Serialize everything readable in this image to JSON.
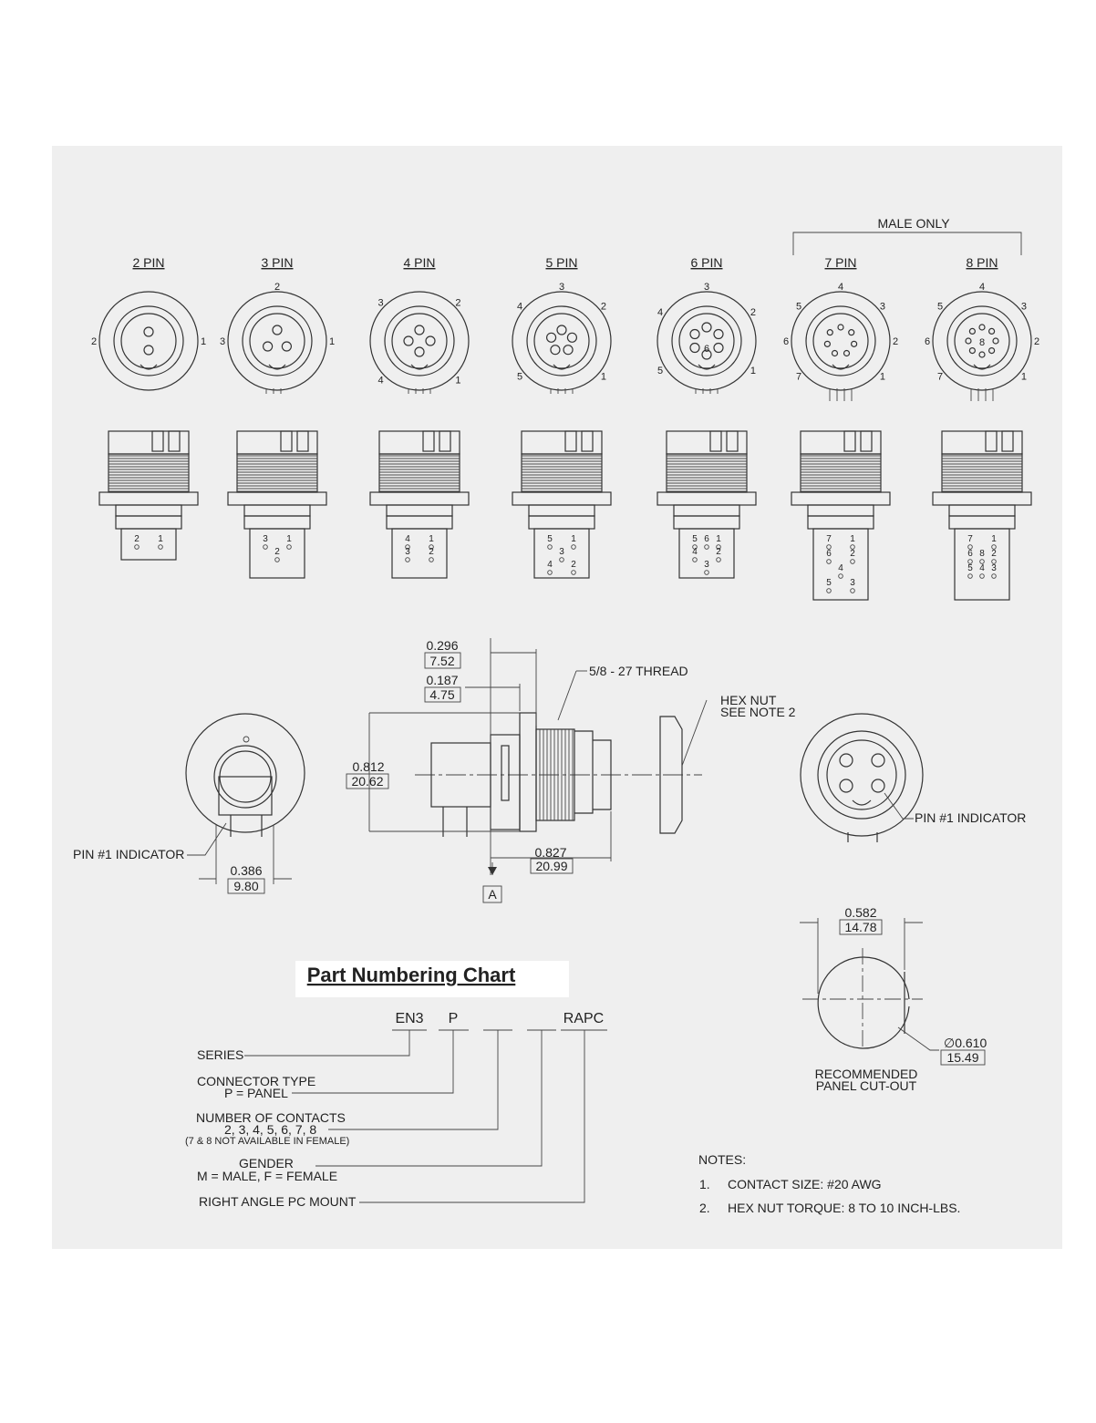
{
  "colors": {
    "tab": "#4d3a99",
    "panel": "#efefef",
    "ink": "#333333"
  },
  "header": {
    "male_only": "MALE ONLY"
  },
  "connectors": [
    {
      "label": "2 PIN",
      "face_numbers": [
        "2",
        "1"
      ],
      "pcb_rows": [
        [
          "2",
          "1"
        ]
      ]
    },
    {
      "label": "3 PIN",
      "face_numbers": [
        "2",
        "3",
        "1"
      ],
      "pcb_rows": [
        [
          "3",
          "1"
        ],
        [
          "2"
        ]
      ]
    },
    {
      "label": "4 PIN",
      "face_numbers": [
        "3",
        "2",
        "4",
        "1"
      ],
      "pcb_rows": [
        [
          "4",
          "1"
        ],
        [
          "3",
          "2"
        ]
      ]
    },
    {
      "label": "5 PIN",
      "face_numbers": [
        "3",
        "4",
        "2",
        "5",
        "1"
      ],
      "pcb_rows": [
        [
          "5",
          "1"
        ],
        [
          "3"
        ],
        [
          "4",
          "2"
        ]
      ]
    },
    {
      "label": "6 PIN",
      "face_numbers": [
        "3",
        "4",
        "2",
        "6",
        "5",
        "1"
      ],
      "pcb_rows": [
        [
          "5",
          "6",
          "1"
        ],
        [
          "4",
          "2"
        ],
        [
          "3"
        ]
      ]
    },
    {
      "label": "7 PIN",
      "face_numbers": [
        "4",
        "5",
        "3",
        "6",
        "2",
        "7",
        "1"
      ],
      "pcb_rows": [
        [
          "7",
          "1"
        ],
        [
          "6",
          "2"
        ],
        [
          "4"
        ],
        [
          "5",
          "3"
        ]
      ]
    },
    {
      "label": "8 PIN",
      "face_numbers": [
        "4",
        "5",
        "3",
        "6",
        "2",
        "8",
        "7",
        "1"
      ],
      "pcb_rows": [
        [
          "7",
          "1"
        ],
        [
          "6",
          "8",
          "2"
        ],
        [
          "5",
          "4",
          "3"
        ]
      ]
    }
  ],
  "side_view": {
    "dim_a": {
      "inch": "0.296",
      "mm": "7.52"
    },
    "dim_b": {
      "inch": "0.187",
      "mm": "4.75"
    },
    "height": {
      "inch": "0.812",
      "mm": "20.62"
    },
    "length": {
      "inch": "0.827",
      "mm": "20.99"
    },
    "thread": "5/8 - 27 THREAD",
    "hex_nut_line1": "HEX NUT",
    "hex_nut_line2": "SEE NOTE 2",
    "datum": "A"
  },
  "rear_view": {
    "indicator": "PIN #1 INDICATOR",
    "width": {
      "inch": "0.386",
      "mm": "9.80"
    }
  },
  "front_view": {
    "indicator": "PIN #1 INDICATOR"
  },
  "cutout": {
    "width": {
      "inch": "0.582",
      "mm": "14.78"
    },
    "dia": {
      "inch": "∅0.610",
      "mm": "15.49"
    },
    "caption1": "RECOMMENDED",
    "caption2": "PANEL CUT-OUT"
  },
  "part_chart": {
    "title": "Part Numbering Chart",
    "codes": [
      "EN3",
      "P",
      "RAPC"
    ],
    "series": "SERIES",
    "type_label": "CONNECTOR TYPE",
    "type_value": "P = PANEL",
    "contacts_label": "NUMBER OF CONTACTS",
    "contacts_value": "2, 3, 4, 5, 6, 7, 8",
    "contacts_note": "(7 & 8 NOT AVAILABLE IN FEMALE)",
    "gender_label": "GENDER",
    "gender_value": "M = MALE, F = FEMALE",
    "mount": "RIGHT ANGLE PC MOUNT"
  },
  "notes": {
    "heading": "NOTES:",
    "items": [
      {
        "num": "1.",
        "text": "CONTACT SIZE: #20 AWG"
      },
      {
        "num": "2.",
        "text": "HEX NUT TORQUE: 8 TO 10 INCH-LBS."
      }
    ]
  }
}
